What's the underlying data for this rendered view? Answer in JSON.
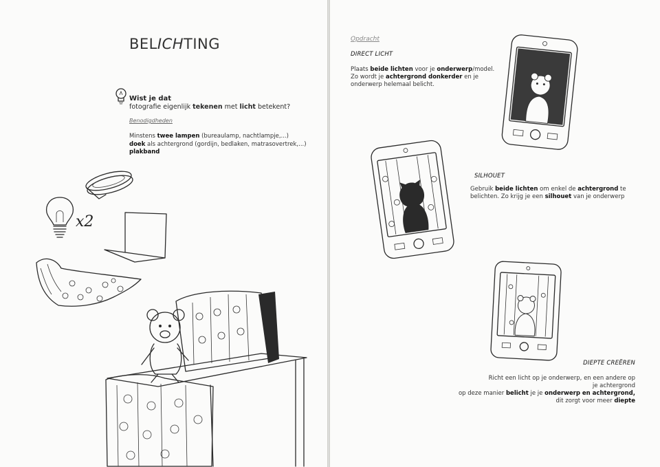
{
  "left": {
    "title_main": "BEL",
    "title_italic": "ICH",
    "title_end": "TING",
    "wist": {
      "heading": "Wist je dat",
      "line_pre": "fotografie eigenlijk ",
      "line_bold1": "tekenen",
      "line_mid": " met ",
      "line_bold2": "licht",
      "line_post": " betekent?"
    },
    "benodigdheden_label": "Benodigdheden",
    "materials": {
      "l1_pre": "Minstens ",
      "l1_bold": "twee lampen",
      "l1_post": " (bureaulamp, nachtlampje,...)",
      "l2_bold": "doek",
      "l2_post": " als achtergrond (gordijn, bedlaken, matrasovertrek,...)",
      "l3_bold": "plakband"
    },
    "lamp_count": "x2"
  },
  "right": {
    "opdracht_label": "Opdracht",
    "direct": {
      "heading": "DIRECT LICHT",
      "l1_pre": "Plaats ",
      "l1_bold1": "beide lichten",
      "l1_mid": " voor je ",
      "l1_bold2": "onderwerp",
      "l1_post": "/model.",
      "l2_pre": "Zo wordt je ",
      "l2_bold": "achtergrond donkerder",
      "l2_post": " en je",
      "l3": "onderwerp helemaal belicht."
    },
    "silhouet": {
      "heading": "SILHOUET",
      "l1_pre": "Gebruik ",
      "l1_bold1": "beide lichten",
      "l1_mid": " om enkel de ",
      "l1_bold2": "achtergrond",
      "l1_post": " te",
      "l2_pre": "belichten. Zo krijg je een ",
      "l2_bold": "silhouet",
      "l2_post": " van je onderwerp"
    },
    "diepte": {
      "heading": "DIEPTE CREËREN",
      "l1": "Richt een licht op je onderwerp, en een andere op",
      "l2": "je achtergrond",
      "l3_pre": "op deze manier ",
      "l3_bold1": "belicht",
      "l3_mid": " je je ",
      "l3_bold2": "onderwerp en achtergrond,",
      "l4_pre": "dit zorgt voor meer ",
      "l4_bold": "diepte"
    }
  },
  "colors": {
    "paper": "#fbfbfa",
    "ink": "#2a2a2a",
    "gutter": "#c9c9c6"
  },
  "icons": [
    "lightbulb-icon",
    "tape-roll-icon",
    "cardboard-icon",
    "fabric-icon",
    "phone-icon",
    "teddy-bear-icon"
  ]
}
